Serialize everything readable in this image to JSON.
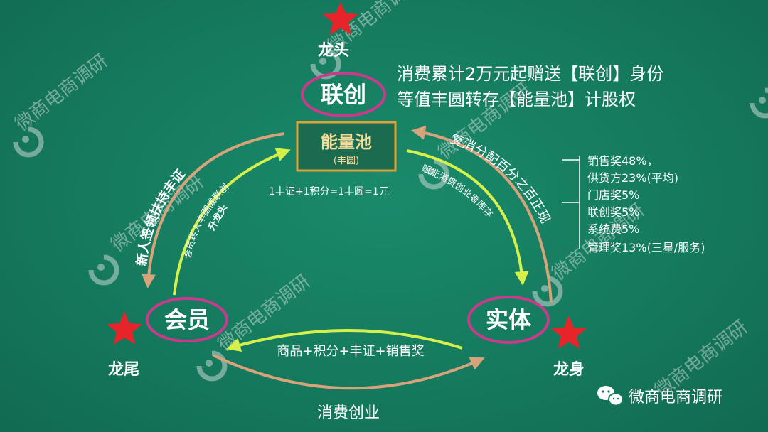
{
  "nodes": {
    "top": {
      "label": "联创",
      "role": "龙头"
    },
    "left": {
      "label": "会员",
      "role": "龙尾"
    },
    "right": {
      "label": "实体",
      "role": "龙身"
    }
  },
  "pool": {
    "title": "能量池",
    "subtitle": "(丰圆)"
  },
  "formula": "1丰证+1积分=1丰圆=1元",
  "top_note": {
    "line1": "消费累计2万元起赠送【联创】身份",
    "line2": "等值丰圆转存【能量池】计股权"
  },
  "arrows": {
    "left_outer": "新人签领扶持丰证",
    "left_inner": "会员转入丰圆成联创",
    "left_inner_sub": "升龙头",
    "right_outer": "复消分配百分之百正现",
    "right_inner": "赋能消费创业者库存",
    "bottom_inner": "商品+积分+丰证+销售奖",
    "bottom_outer": "消费创业"
  },
  "distribution": [
    "销售奖48%，",
    "供货方23%(平均)",
    "门店奖5%",
    "联创奖5%",
    "系统费5%",
    "管理奖13%(三星/服务)"
  ],
  "brand": {
    "name": "微商电商调研",
    "wechat_icon": "wechat-icon",
    "watermark_icon": "logo-icon"
  },
  "colors": {
    "background": "#157a5e",
    "star": "#e8242b",
    "ellipse": "#c93a8c",
    "pool_border": "#d9a43a",
    "arrow_outer": "#d8a27a",
    "arrow_inner": "#d5f04a",
    "text_light": "#ffffff"
  }
}
